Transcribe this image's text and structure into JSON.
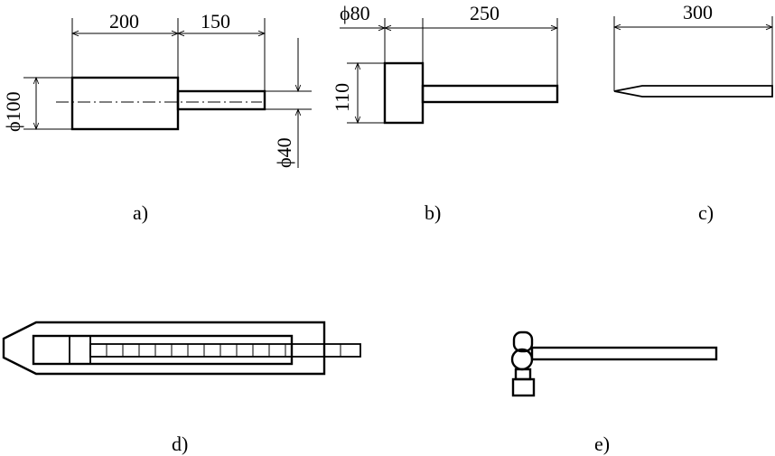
{
  "figures": {
    "a": {
      "caption": "a)",
      "dim_top_left": "200",
      "dim_top_right": "150",
      "dim_left": "ϕ100",
      "dim_right": "ϕ40"
    },
    "b": {
      "caption": "b)",
      "dim_top_left": "ϕ80",
      "dim_top_right": "250",
      "dim_left": "110"
    },
    "c": {
      "caption": "c)",
      "dim_top": "300"
    },
    "d": {
      "caption": "d)"
    },
    "e": {
      "caption": "e)"
    }
  }
}
